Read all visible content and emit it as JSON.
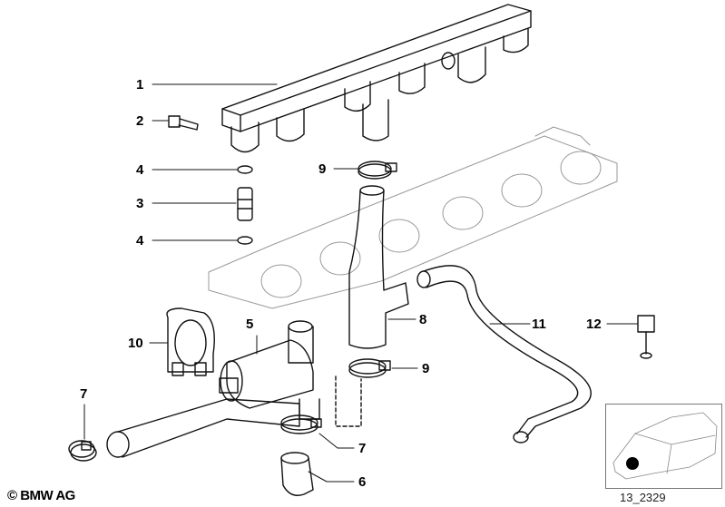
{
  "callouts": [
    {
      "id": "c1",
      "label": "1",
      "part": "fuel-rail"
    },
    {
      "id": "c2",
      "label": "2",
      "part": "bolt"
    },
    {
      "id": "c4a",
      "label": "4",
      "part": "seal-ring-upper"
    },
    {
      "id": "c3",
      "label": "3",
      "part": "connector"
    },
    {
      "id": "c4b",
      "label": "4",
      "part": "seal-ring-lower"
    },
    {
      "id": "c9a",
      "label": "9",
      "part": "hose-clamp-upper"
    },
    {
      "id": "c10",
      "label": "10",
      "part": "bracket"
    },
    {
      "id": "c5",
      "label": "5",
      "part": "idle-control-valve"
    },
    {
      "id": "c8",
      "label": "8",
      "part": "hose"
    },
    {
      "id": "c11",
      "label": "11",
      "part": "vent-hose"
    },
    {
      "id": "c12",
      "label": "12",
      "part": "clip"
    },
    {
      "id": "c9b",
      "label": "9",
      "part": "hose-clamp-lower"
    },
    {
      "id": "c7a",
      "label": "7",
      "part": "hose-clamp-left"
    },
    {
      "id": "c7b",
      "label": "7",
      "part": "hose-clamp-center"
    },
    {
      "id": "c6",
      "label": "6",
      "part": "intake-hose"
    }
  ],
  "copyright": "© BMW AG",
  "diagram_id": "13_2329"
}
